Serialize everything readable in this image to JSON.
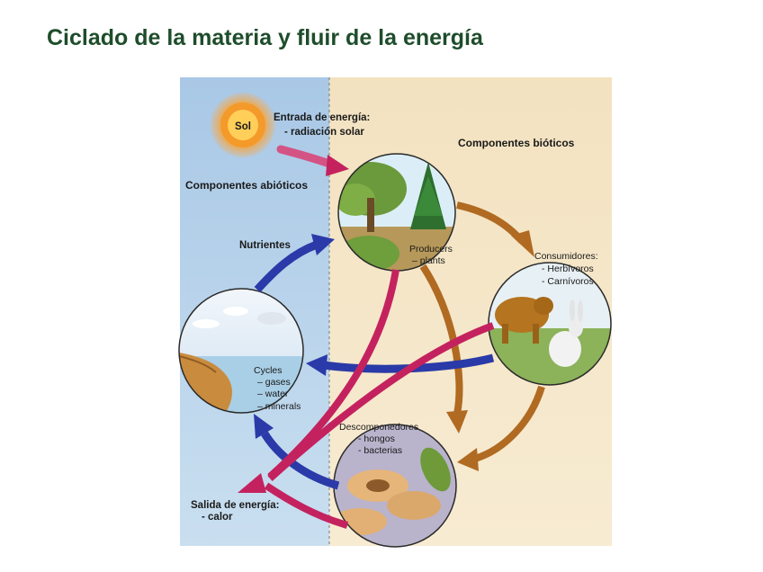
{
  "title": "Ciclado de la materia y fluir de la energía",
  "diagram": {
    "sun": "Sol",
    "energy_in_title": "Entrada de energía:",
    "energy_in_item": "- radiación solar",
    "biotic_title": "Componentes bióticos",
    "abiotic_title": "Componentes abióticos",
    "nutrients": "Nutrientes",
    "producers_title": "Producers",
    "producers_item": "– plants",
    "consumers_title": "Consumidores:",
    "consumers_item1": "- Herbívoros",
    "consumers_item2": "- Carnívoros",
    "cycles_title": "Cycles",
    "cycles_item1": "– gases",
    "cycles_item2": "– water",
    "cycles_item3": "– minerals",
    "decomposers_title": "Descomponedores",
    "decomposers_item1": "- hongos",
    "decomposers_item2": "- bacterias",
    "energy_out_title": "Salida de energía:",
    "energy_out_item": "- calor"
  },
  "colors": {
    "title": "#1e4d2b",
    "abiotic_bg": "#b9d4ea",
    "biotic_bg": "#f5e6c6",
    "nutrient_arrow": "#2a3aa8",
    "energy_arrow": "#c4225f",
    "food_arrow": "#b06a22"
  }
}
